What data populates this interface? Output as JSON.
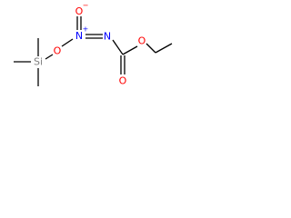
{
  "atoms": [
    {
      "id": "si",
      "symbol": "Si",
      "color": "#808080"
    },
    {
      "id": "o_ether_si",
      "symbol": "O",
      "color": "#ff0000"
    },
    {
      "id": "n_oxide",
      "symbol": "N",
      "superscript": "+",
      "color": "#0000ff"
    },
    {
      "id": "o_oxide",
      "symbol": "O",
      "superscript": "−",
      "color": "#ff0000"
    },
    {
      "id": "n_azo",
      "symbol": "N",
      "color": "#0000ff"
    },
    {
      "id": "o_carbonyl",
      "symbol": "O",
      "color": "#ff0000"
    },
    {
      "id": "o_ester",
      "symbol": "O",
      "color": "#ff0000"
    }
  ],
  "colors": {
    "bond": "#000000",
    "silicon": "#808080",
    "oxygen": "#ff0000",
    "nitrogen": "#0000ff"
  }
}
